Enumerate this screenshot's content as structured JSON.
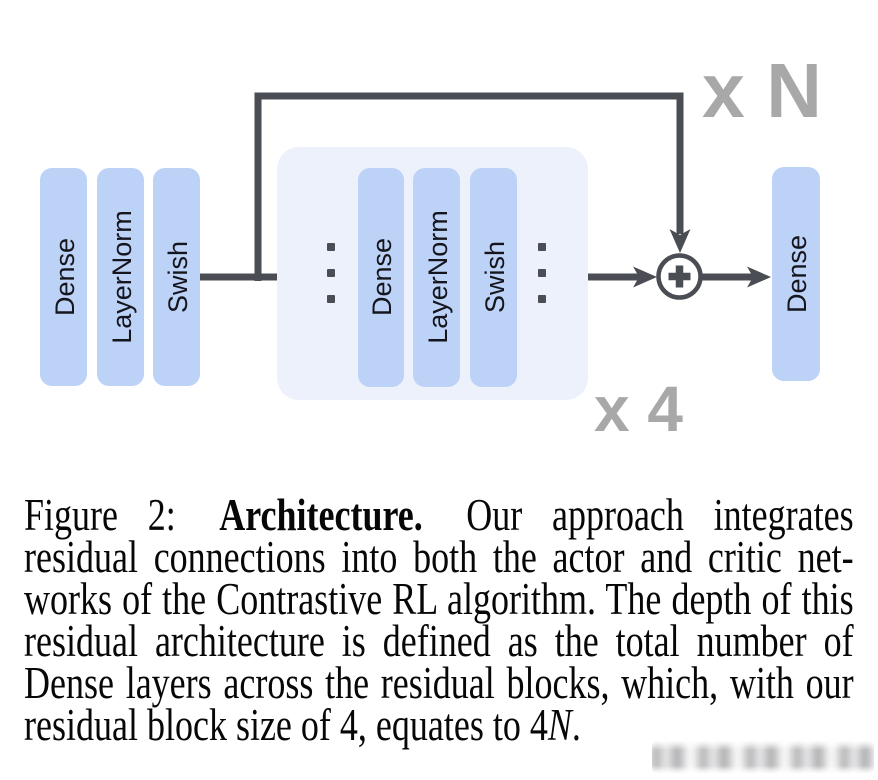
{
  "figure": {
    "diagram": {
      "repeat_outer_label": "x N",
      "repeat_inner_label": "x 4",
      "sum_symbol": "+",
      "input_stack": [
        {
          "label": "Dense"
        },
        {
          "label": "LayerNorm"
        },
        {
          "label": "Swish"
        }
      ],
      "residual_block_stack": [
        {
          "label": "Dense"
        },
        {
          "label": "LayerNorm"
        },
        {
          "label": "Swish"
        }
      ],
      "output_block": {
        "label": "Dense"
      },
      "colors": {
        "layer_fill": "#bdd2f7",
        "block_group_fill": "#edf1fc",
        "connector": "#4a4d53",
        "repeat_label": "#a8a8a8"
      }
    },
    "caption": {
      "figure_label": "Figure 2:",
      "title": "Architecture.",
      "body": "Our approach integrates residual connections into both the actor and critic net­works of the Contrastive RL algorithm. The depth of this residual architecture is defined as the total num­ber of Dense layers across the residual blocks, which, with our residual block size of 4, equates to",
      "equation_coefficient": "4",
      "equation_variable": "N",
      "sentence_terminator": "."
    }
  }
}
